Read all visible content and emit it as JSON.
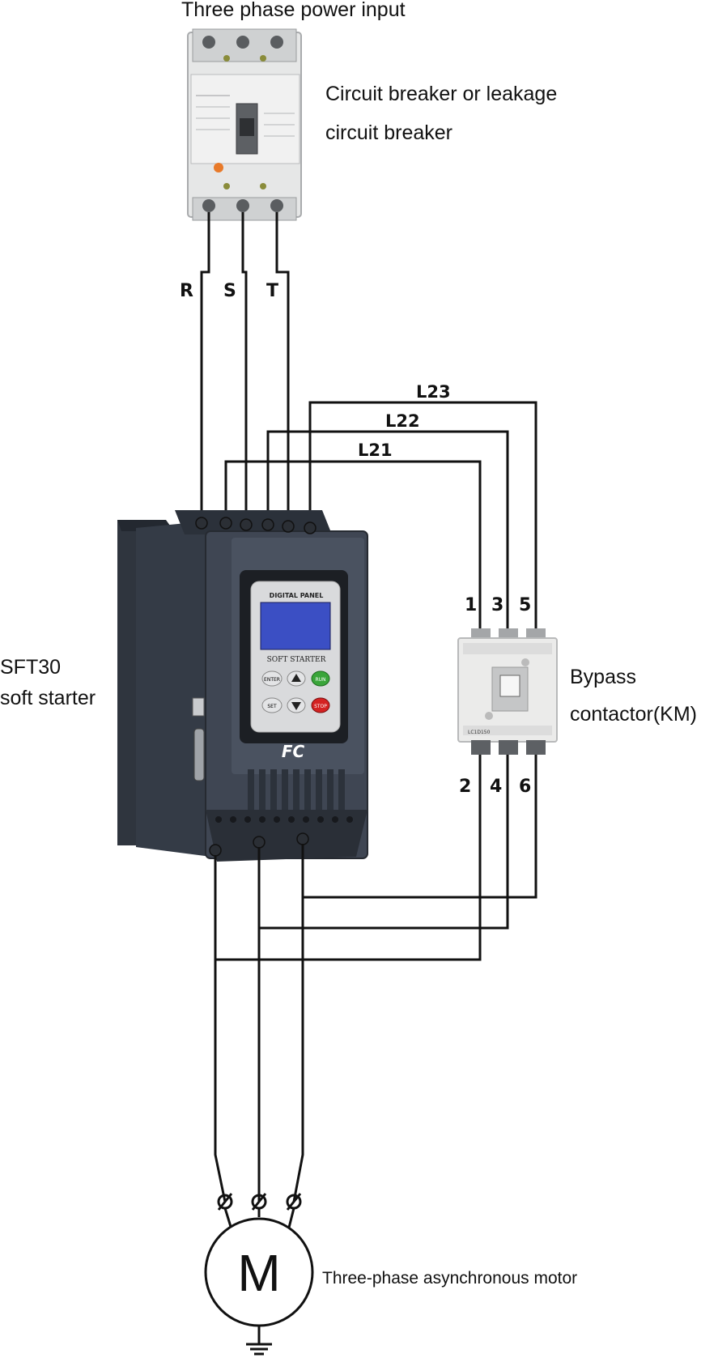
{
  "labels": {
    "power_input": "Three phase power input",
    "breaker_line1": "Circuit breaker or leakage",
    "breaker_line2": "circuit breaker",
    "starter_line1": "SFT30",
    "starter_line2": "soft starter",
    "bypass_line1": "Bypass",
    "bypass_line2": "contactor(KM)",
    "motor_caption": "Three-phase asynchronous motor"
  },
  "phases": [
    "R",
    "S",
    "T"
  ],
  "bypass_lines": [
    "L21",
    "L22",
    "L23"
  ],
  "contactor_terminals_top": [
    "1",
    "3",
    "5"
  ],
  "contactor_terminals_bottom": [
    "2",
    "4",
    "6"
  ],
  "starter_panel": {
    "title": "DIGITAL PANEL",
    "subtitle": "SOFT STARTER",
    "buttons": [
      "ENTER",
      "SET",
      "RUN",
      "STOP"
    ],
    "logo": "FC"
  },
  "contactor_model": "LC1D150",
  "motor_symbol": "M",
  "colors": {
    "wire": "#111111",
    "starter_body": "#3d4450",
    "lcd": "#3b4fc4",
    "run": "#3aa53a",
    "stop": "#d42222",
    "breaker_body": "#e9eaea"
  }
}
